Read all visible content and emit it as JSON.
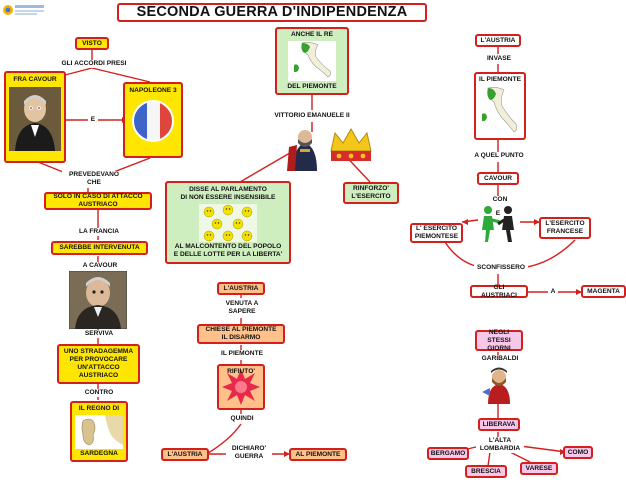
{
  "title": "SECONDA GUERRA D'INDIPENDENZA",
  "colors": {
    "border": "#d3201d",
    "yellow": "#ffe600",
    "salmon": "#ffc08a",
    "green": "#cfeec0",
    "pink": "#f7c7ea",
    "connector": "#d3201d"
  },
  "nodes": {
    "visto": "VISTO",
    "fra_cavour": "FRA CAVOUR",
    "napoleone": "NAPOLEONE 3",
    "solo_in_caso": "SOLO IN CASO DI ATTACCO\nAUSTRIACO",
    "sarebbe": "SAREBBE INTERVENUTA",
    "stradagemma": "UNO STRADAGEMMA\nPER PROVOCARE\nUN'ATTACCO\nAUSTRIACO",
    "regno": "IL REGNO DI",
    "sardegna": "SARDEGNA",
    "anche_il_re": "ANCHE IL RE",
    "del_piemonte": "DEL PIEMONTE",
    "parlamento": "DISSE AL PARLAMENTO\nDI NON ESSERE INSENSIBILE",
    "malcontento": "AL MALCONTENTO DEL POPOLO\nE DELLE LOTTE PER LA LIBERTA'",
    "rinforzo": "RINFORZO'\nL'ESERCITO",
    "austria_mid": "L'AUSTRIA",
    "chiese": "CHIESE AL PIEMONTE\nIL DISARMO",
    "rifiuto": "RIFIUTO'",
    "austria_bottom": "L'AUSTRIA",
    "al_piemonte": "AL PIEMONTE",
    "austria_right": "L'AUSTRIA",
    "il_piemonte": "IL PIEMONTE",
    "cavour": "CAVOUR",
    "esercito_piemontese": "L' ESERCITO\nPIEMONTESE",
    "esercito_francese": "L'ESERCITO\nFRANCESE",
    "austriaci": "GLI AUSTRIACI",
    "magenta": "MAGENTA",
    "negli_stessi": "NEGLI STESSI\nGIORNI",
    "liberava": "LIBERAVA",
    "bergamo": "BERGAMO",
    "brescia": "BRESCIA",
    "varese": "VARESE",
    "como": "COMO"
  },
  "labels": {
    "accordi": "GLI ACCORDI PRESI",
    "e_left": "E",
    "prevedevano": "PREVEDEVANO\nCHE",
    "la_francia": "LA FRANCIA",
    "a_cavour": "A CAVOUR",
    "serviva": "SERVIVA",
    "contro": "CONTRO",
    "vittorio": "VITTORIO EMANUELE II",
    "venuta": "VENUTA A\nSAPERE",
    "il_piemonte_lbl": "IL PIEMONTE",
    "quindi": "QUINDI",
    "dichiaro": "DICHIARO'\nGUERRA",
    "invase": "INVASE",
    "a_quel_punto": "A QUEL PUNTO",
    "con": "CON",
    "e_right": "E",
    "sconfissero": "SCONFISSERO",
    "a_right": "A",
    "garibaldi": "GARIBALDI",
    "lalta": "L'ALTA\nLOMBARDIA"
  },
  "icons": [
    "cavour-portrait",
    "french-flag-disc",
    "italy-map",
    "king-crown",
    "smiley-faces",
    "explosion-burst",
    "two-figures",
    "garibaldi-figure"
  ]
}
